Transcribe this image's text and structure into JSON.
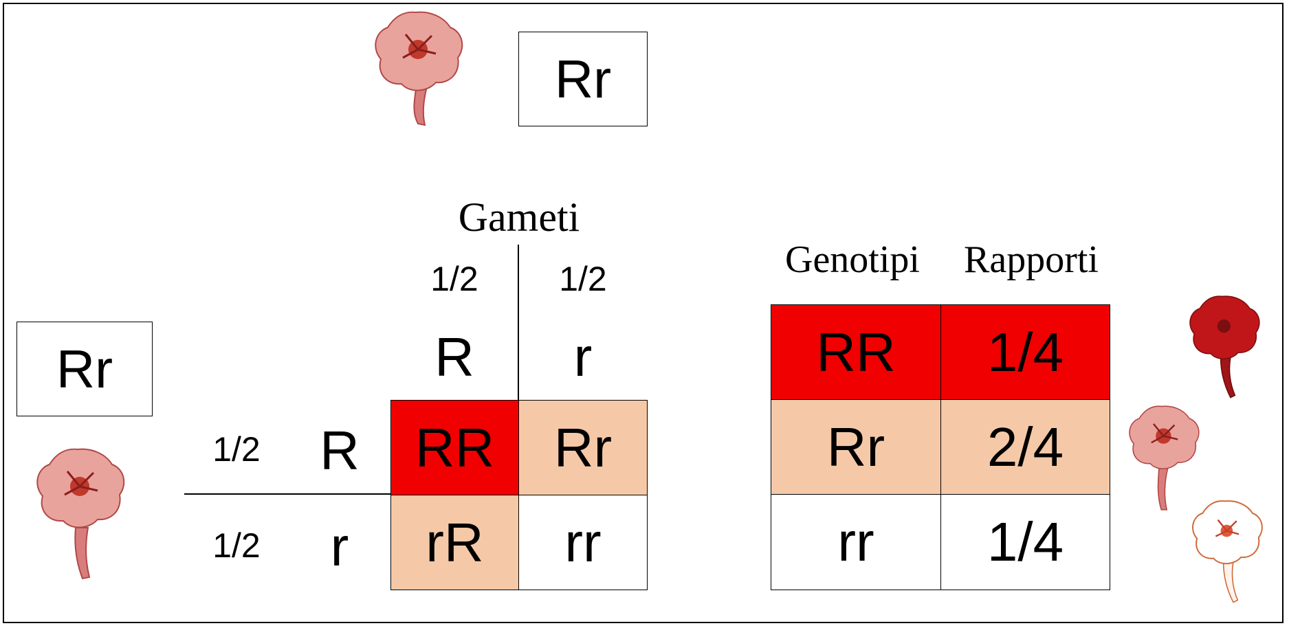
{
  "colors": {
    "red": "#f00000",
    "peach": "#f5c9a7",
    "white": "#ffffff",
    "flower_pink": "#e8a39c",
    "flower_red": "#c0161a",
    "flower_white": "#ffffff"
  },
  "parents": {
    "top": "Rr",
    "left": "Rr"
  },
  "punnett": {
    "gametes_label": "Gameti",
    "col_fractions": [
      "1/2",
      "1/2"
    ],
    "col_gametes": [
      "R",
      "r"
    ],
    "row_fractions": [
      "1/2",
      "1/2"
    ],
    "row_gametes": [
      "R",
      "r"
    ],
    "cells": [
      [
        "RR",
        "Rr"
      ],
      [
        "rR",
        "rr"
      ]
    ]
  },
  "results": {
    "header_genotypes": "Genotipi",
    "header_ratios": "Rapporti",
    "rows": [
      {
        "genotype": "RR",
        "ratio": "1/4",
        "color": "red"
      },
      {
        "genotype": "Rr",
        "ratio": "2/4",
        "color": "peach"
      },
      {
        "genotype": "rr",
        "ratio": "1/4",
        "color": "white"
      }
    ]
  },
  "icons": [
    "pink-flower-icon",
    "red-flower-icon",
    "white-flower-icon"
  ]
}
